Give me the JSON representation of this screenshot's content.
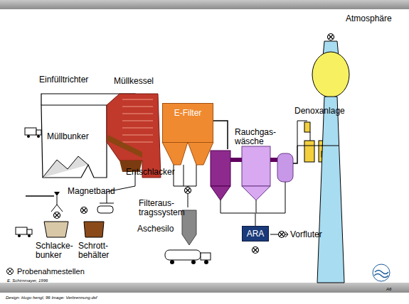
{
  "diagram": {
    "nodes": [
      {
        "text": [
          "E-Filter"
        ]
      },
      {
        "text": [
          "ARA"
        ]
      }
    ],
    "labels": [
      "Atmosphäre",
      "Einfülltrichter",
      "Müllkessel",
      "Müllbunker",
      "Denoxanlage",
      "Rauchgas- wäsche",
      "Entschlacker",
      "Magnetband",
      "Filteraus- tragssystem",
      "Aschesilo",
      "Vorfluter",
      "Schlacke- bunker",
      "Schrott- behälter",
      "E. Schirnmayer, 1996",
      "A6",
      "Design: Hugo hengl, 96 Image: Verbrennung.dsf"
    ],
    "legend": [
      {
        "text": "Probenahmestellen"
      }
    ]
  }
}
